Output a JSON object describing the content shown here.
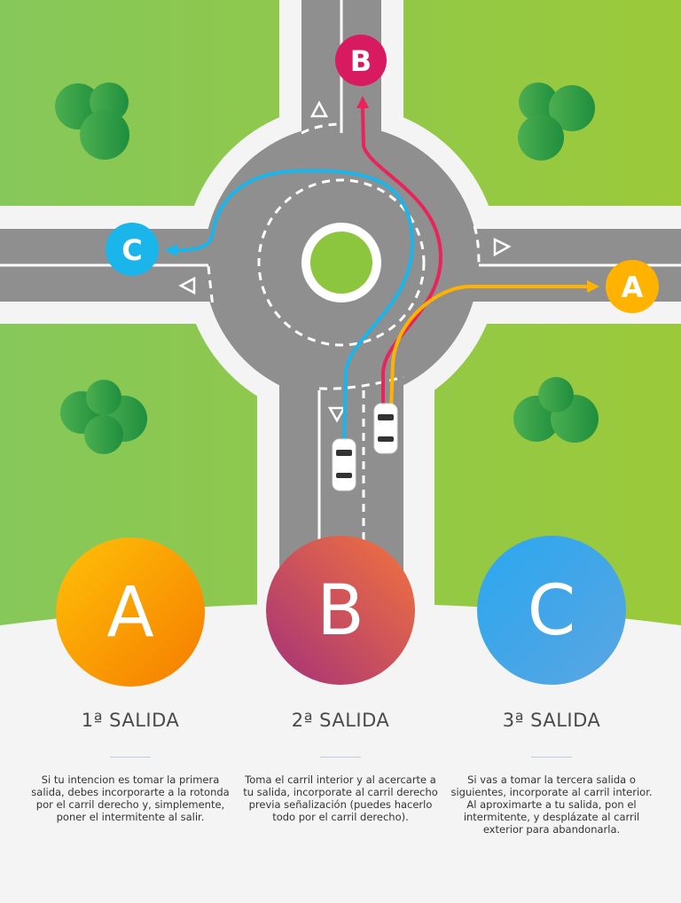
{
  "markers": {
    "a": "A",
    "b": "B",
    "c": "C"
  },
  "colors": {
    "a": "#ffb300",
    "b": "#d81b60",
    "c": "#1ab5ea",
    "grass": "#8cc63f",
    "road": "#8e8e8e"
  },
  "options": [
    {
      "letter": "A",
      "title": "1ª SALIDA",
      "text": "Si tu intencion es tomar la primera salida, debes incorporarte a la rotonda por el carril derecho y, simplemente, poner el intermitente al salir."
    },
    {
      "letter": "B",
      "title": "2ª SALIDA",
      "text": "Toma el carril interior y al acercarte a tu salida, incorporate al carril derecho previa señalización (puedes hacerlo todo por el carril derecho)."
    },
    {
      "letter": "C",
      "title": "3ª SALIDA",
      "text": "Si vas a tomar la tercera salida o siguientes, incorporate al carril interior. Al aproximarte a tu salida, pon el intermitente, y desplázate al carril exterior para abandonarla."
    }
  ]
}
